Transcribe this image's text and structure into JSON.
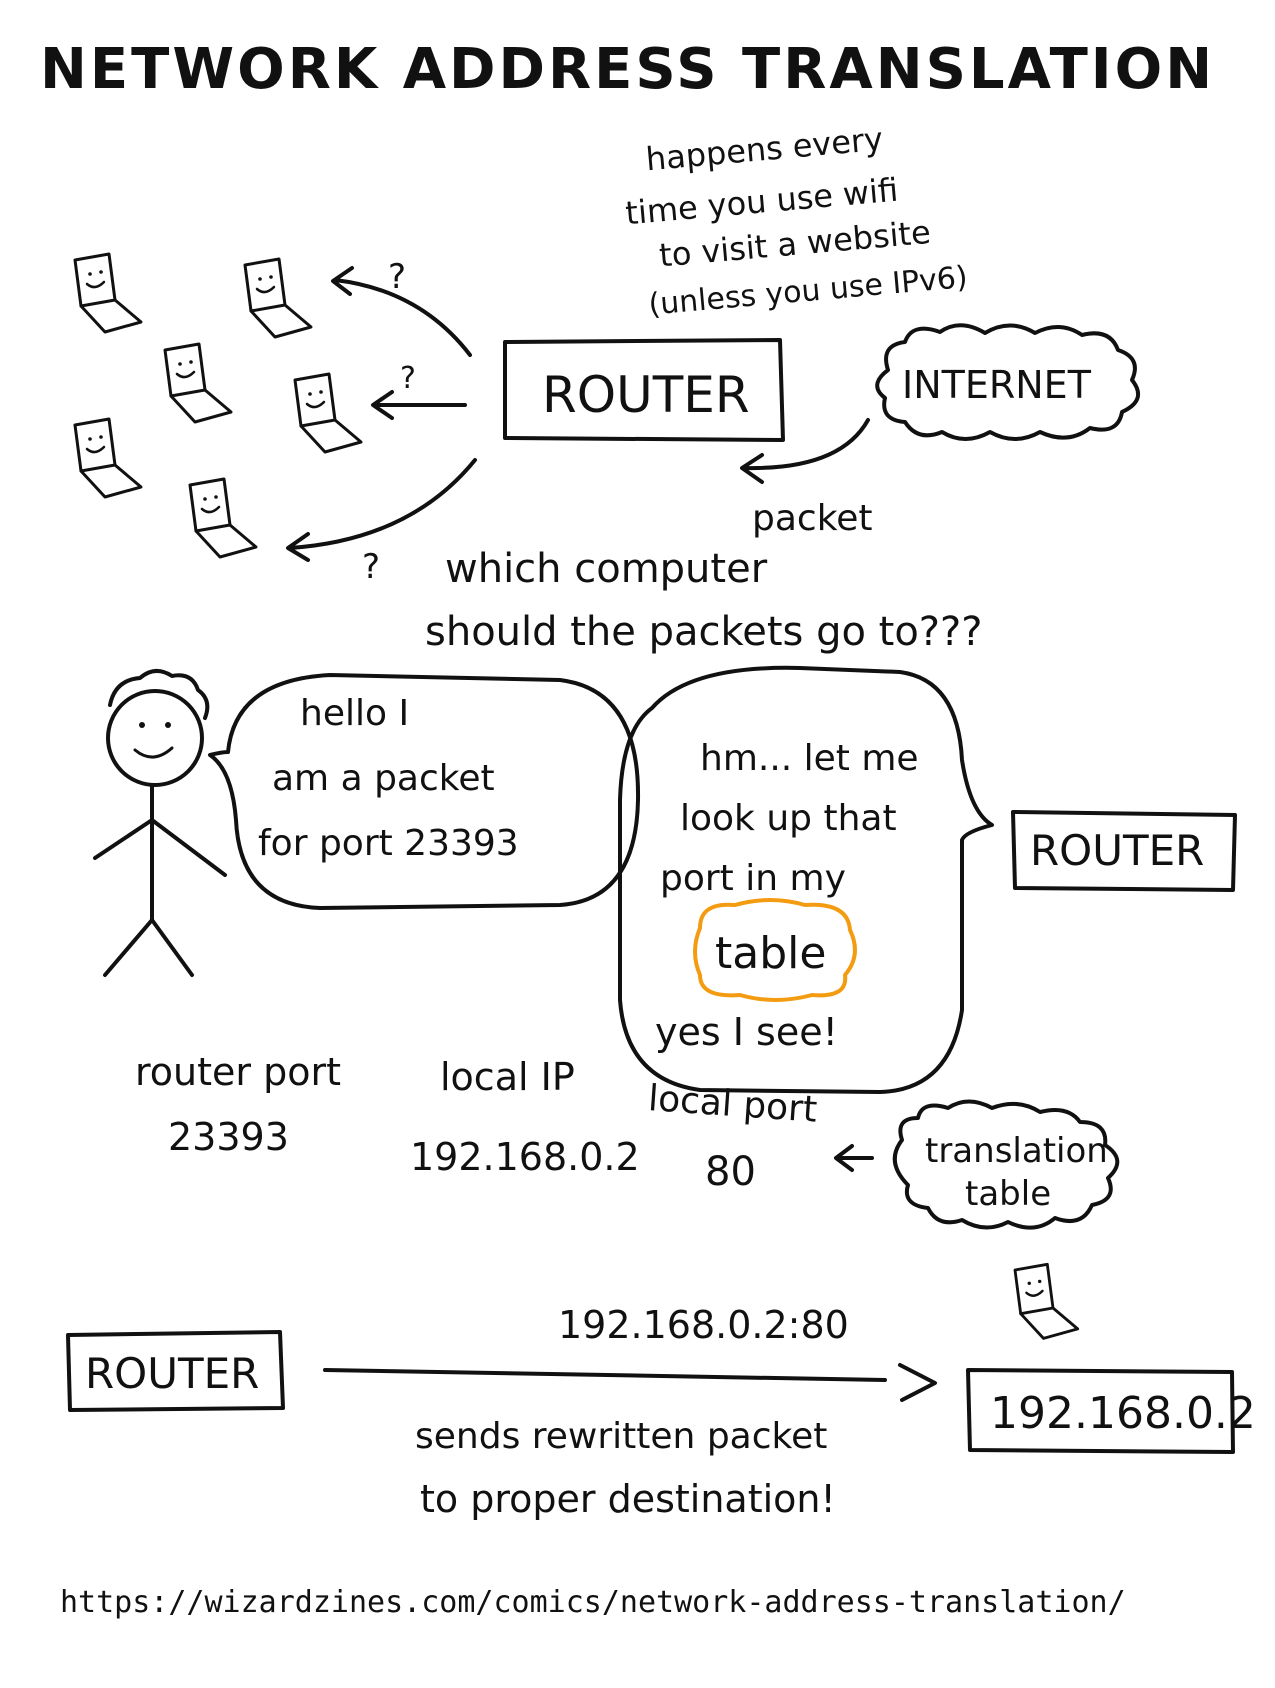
{
  "title": "NETWORK ADDRESS TRANSLATION",
  "intro_note": {
    "line1": "happens every",
    "line2": "time you use wifi",
    "line3": "to visit a website",
    "line4": "(unless you use IPv6)"
  },
  "router_label": "ROUTER",
  "internet_label": "INTERNET",
  "packet_label": "packet",
  "question_mark": "?",
  "question": {
    "line1": "which computer",
    "line2": "should the packets go to???"
  },
  "packet_speech": {
    "line1": "hello I",
    "line2": "am a packet",
    "line3": "for port 23393"
  },
  "router_speech": {
    "line1": "hm... let me",
    "line2": "look up that",
    "line3": "port in my",
    "highlight": "table",
    "line4": "yes I see!"
  },
  "nat_table": {
    "router_port_header": "router port",
    "router_port_value": "23393",
    "local_ip_header": "local IP",
    "local_ip_value": "192.168.0.2",
    "local_port_header": "local port",
    "local_port_value": "80"
  },
  "translation_table_label": {
    "line1": "translation",
    "line2": "table"
  },
  "forward": {
    "address": "192.168.0.2:80",
    "destination": "192.168.0.2",
    "caption_line1": "sends rewritten packet",
    "caption_line2": "to proper destination!"
  },
  "url": "https://wizardzines.com/comics/network-address-translation/",
  "colors": {
    "ink": "#111111",
    "highlight": "#f39c12",
    "background": "#ffffff"
  }
}
